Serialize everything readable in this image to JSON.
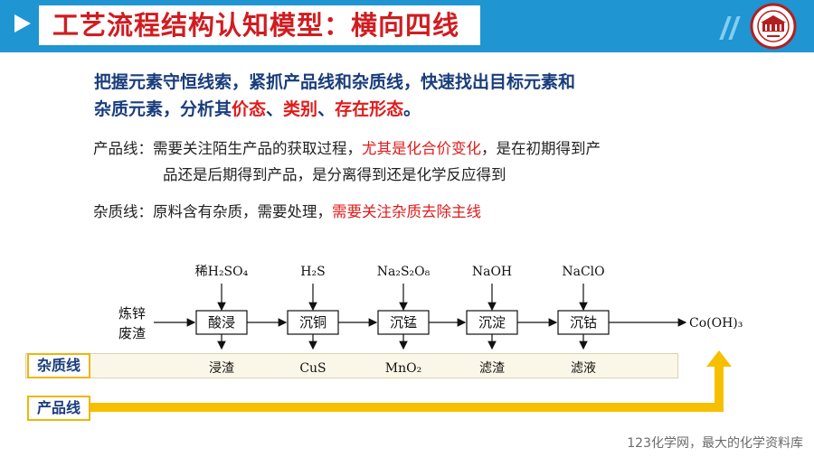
{
  "header": {
    "title": "工艺流程结构认知模型：横向四线"
  },
  "intro": {
    "line1": "把握元素守恒线索，紧抓产品线和杂质线，快速找出目标元素和",
    "line2_a": "杂质元素，分析其",
    "hl1": "价态",
    "sep1": "、",
    "hl2": "类别",
    "sep2": "、",
    "hl3": "存在形态",
    "end": "。"
  },
  "product_line": {
    "label": "产品线：",
    "text_a": "需要关注陌生产品的获取过程，",
    "highlight": "尤其是化合价变化",
    "text_b": "，是在初期得到产",
    "line2": "品还是后期得到产品，是分离得到还是化学反应得到"
  },
  "impurity_line": {
    "label": "杂质线：",
    "text_a": "原料含有杂质，需要处理，",
    "highlight": "需要关注杂质去除主线"
  },
  "flow": {
    "raw_line1": "炼锌",
    "raw_line2": "废渣",
    "steps": [
      {
        "reagent": "稀H₂SO₄",
        "name": "酸浸",
        "residue": "浸渣"
      },
      {
        "reagent": "H₂S",
        "name": "沉铜",
        "residue": "CuS"
      },
      {
        "reagent": "Na₂S₂O₈",
        "name": "沉锰",
        "residue": "MnO₂"
      },
      {
        "reagent": "NaOH",
        "name": "沉淀",
        "residue": "滤渣"
      },
      {
        "reagent": "NaClO",
        "name": "沉钴",
        "residue": "滤液"
      }
    ],
    "product": "Co(OH)₃"
  },
  "lanes": {
    "impurity_label": "杂质线",
    "product_label": "产品线"
  },
  "footer": "123化学网，最大的化学资料库",
  "colors": {
    "header": "#1f95d2",
    "title": "#d11c20",
    "accent": "#f1b40c",
    "intro": "#1a3d7c",
    "highlight": "#e01b1b"
  }
}
